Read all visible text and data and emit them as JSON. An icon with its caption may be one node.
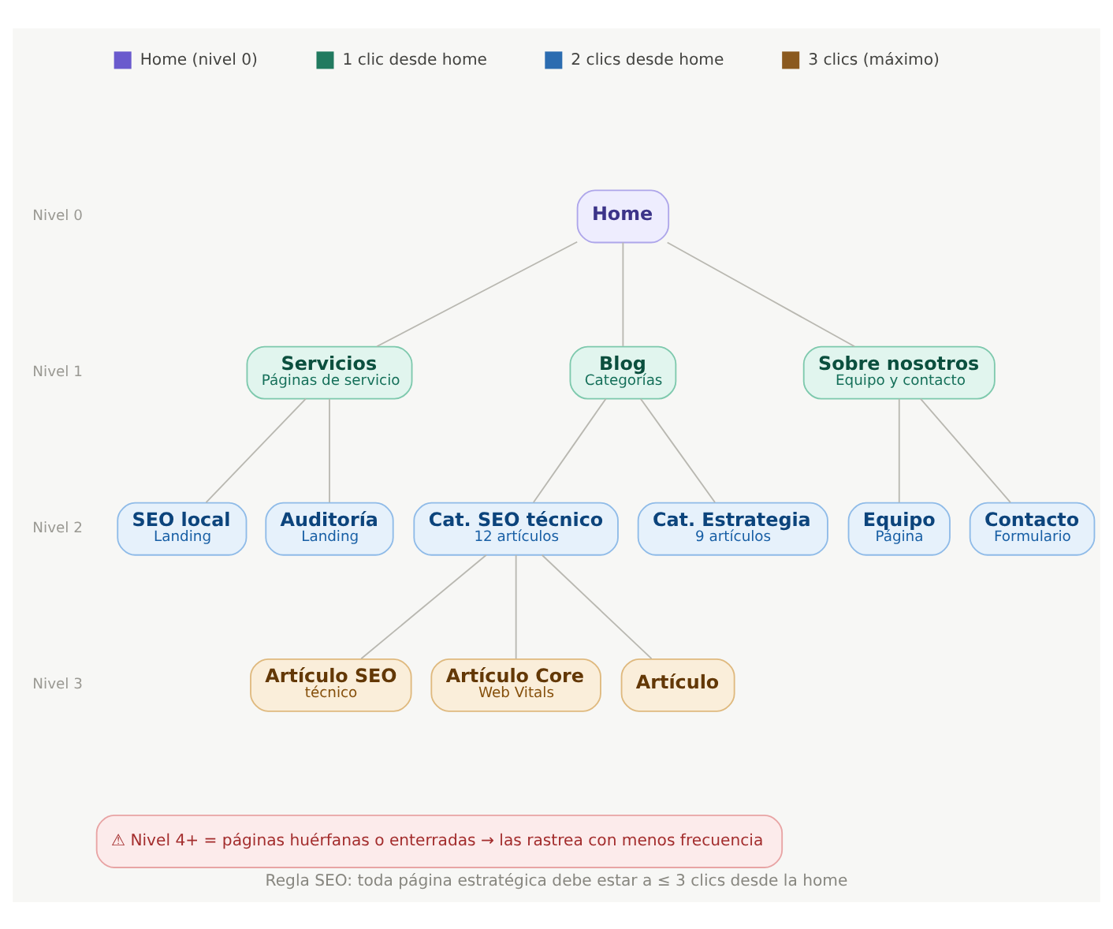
{
  "diagram": {
    "caption": "Regla SEO: toda página estratégica debe estar a ≤ 3 clics desde la home",
    "nodes": [
      {
        "text": [
          "Home"
        ]
      },
      {
        "text": [
          "Servicios",
          "Páginas de servicio"
        ]
      },
      {
        "text": [
          "Blog",
          "Categorías"
        ]
      },
      {
        "text": [
          "Sobre nosotros",
          "Equipo y contacto"
        ]
      },
      {
        "text": [
          "SEO local",
          "Landing"
        ]
      },
      {
        "text": [
          "Auditoría",
          "Landing"
        ]
      },
      {
        "text": [
          "Cat. SEO técnico",
          "12 artículos"
        ]
      },
      {
        "text": [
          "Cat. Estrategia",
          "9 artículos"
        ]
      },
      {
        "text": [
          "Equipo",
          "Página"
        ]
      },
      {
        "text": [
          "Contacto",
          "Formulario"
        ]
      },
      {
        "text": [
          "Artículo SEO",
          "técnico"
        ]
      },
      {
        "text": [
          "Artículo Core",
          "Web Vitals"
        ]
      },
      {
        "text": [
          "Artículo"
        ]
      },
      {
        "text": [
          "⚠ Nivel 4+ = páginas huérfanas o enterradas → las rastrea con menos frecuencia"
        ]
      }
    ],
    "edges": [
      {
        "from": 0,
        "to": 1,
        "arrow": "none"
      },
      {
        "from": 0,
        "to": 2,
        "arrow": "none"
      },
      {
        "from": 0,
        "to": 3,
        "arrow": "none"
      },
      {
        "from": 1,
        "to": 4,
        "arrow": "none"
      },
      {
        "from": 1,
        "to": 5,
        "arrow": "none"
      },
      {
        "from": 2,
        "to": 6,
        "arrow": "none"
      },
      {
        "from": 2,
        "to": 7,
        "arrow": "none"
      },
      {
        "from": 3,
        "to": 8,
        "arrow": "none"
      },
      {
        "from": 3,
        "to": 9,
        "arrow": "none"
      },
      {
        "from": 6,
        "to": 10,
        "arrow": "none"
      },
      {
        "from": 6,
        "to": 11,
        "arrow": "none"
      },
      {
        "from": 6,
        "to": 12,
        "arrow": "none"
      }
    ],
    "labels": [
      "Nivel 0",
      "Nivel 1",
      "Nivel 2",
      "Nivel 3"
    ],
    "legend": [
      {
        "text": "Home (nivel 0)",
        "color": "#6a5acd"
      },
      {
        "text": "1 clic desde home",
        "color": "#217a5f"
      },
      {
        "text": "2 clics desde home",
        "color": "#2c6cb0"
      },
      {
        "text": "3 clics (máximo)",
        "color": "#8b5a1f"
      }
    ]
  }
}
